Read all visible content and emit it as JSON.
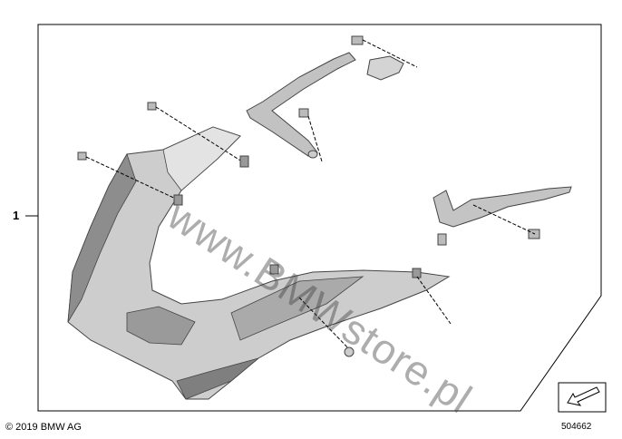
{
  "diagram": {
    "callout_number": "1",
    "copyright": "© 2019 BMW AG",
    "part_number": "504662",
    "watermark": "www.BMWstore.pl",
    "colors": {
      "line": "#000000",
      "cowl_fill": "#c9c9c9",
      "cowl_shadow": "#8a8a8a",
      "bracket_fill": "#bdbdbd"
    },
    "icons": [
      "cowl-part",
      "bracket",
      "bolt",
      "nut",
      "direction-arrow-icon"
    ]
  }
}
